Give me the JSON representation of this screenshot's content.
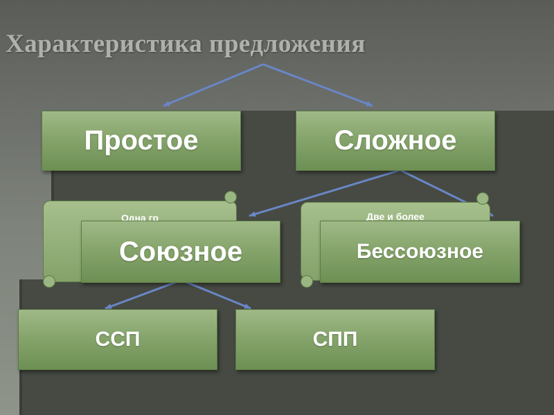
{
  "diagram": {
    "title": "Характеристика предложения",
    "nodes": {
      "simple": "Простое",
      "complex": "Сложное",
      "simple_desc": "Одна гр",
      "complex_desc": "Две и более",
      "conjunctive": "Союзное",
      "nonconjunctive": "Бессоюзное",
      "ssp": "ССП",
      "spp": "СПП"
    },
    "colors": {
      "node_fill": "#86a56c",
      "arrow": "#6a86c6",
      "title": "#aeb2ab",
      "panel": "#464a43"
    }
  }
}
